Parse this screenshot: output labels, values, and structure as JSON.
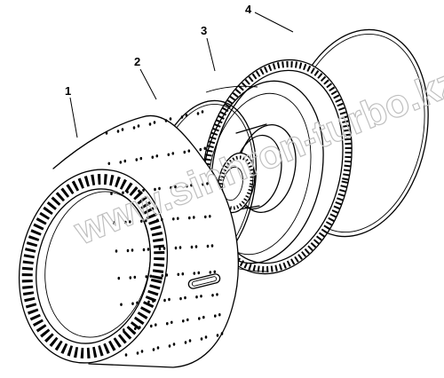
{
  "diagram": {
    "callouts": [
      "1",
      "2",
      "3",
      "4"
    ],
    "watermark": "www.sinhron-turbo.kz"
  }
}
